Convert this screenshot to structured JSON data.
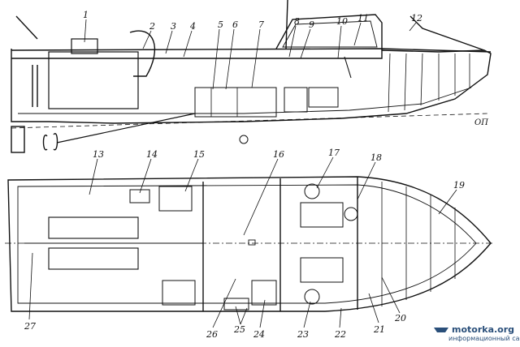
{
  "diagram": {
    "waterline_label": "ОП",
    "callouts_top": [
      "1",
      "2",
      "3",
      "4",
      "5",
      "6",
      "7",
      "8",
      "9",
      "10",
      "11",
      "12"
    ],
    "callouts_plan_top": [
      "13",
      "14",
      "15",
      "16",
      "17",
      "18",
      "19"
    ],
    "callouts_plan_bottom": [
      "20",
      "21",
      "22",
      "23",
      "24",
      "25",
      "26",
      "27"
    ]
  },
  "watermark": {
    "site": "motorka.org",
    "tagline": "информационный сайт"
  }
}
